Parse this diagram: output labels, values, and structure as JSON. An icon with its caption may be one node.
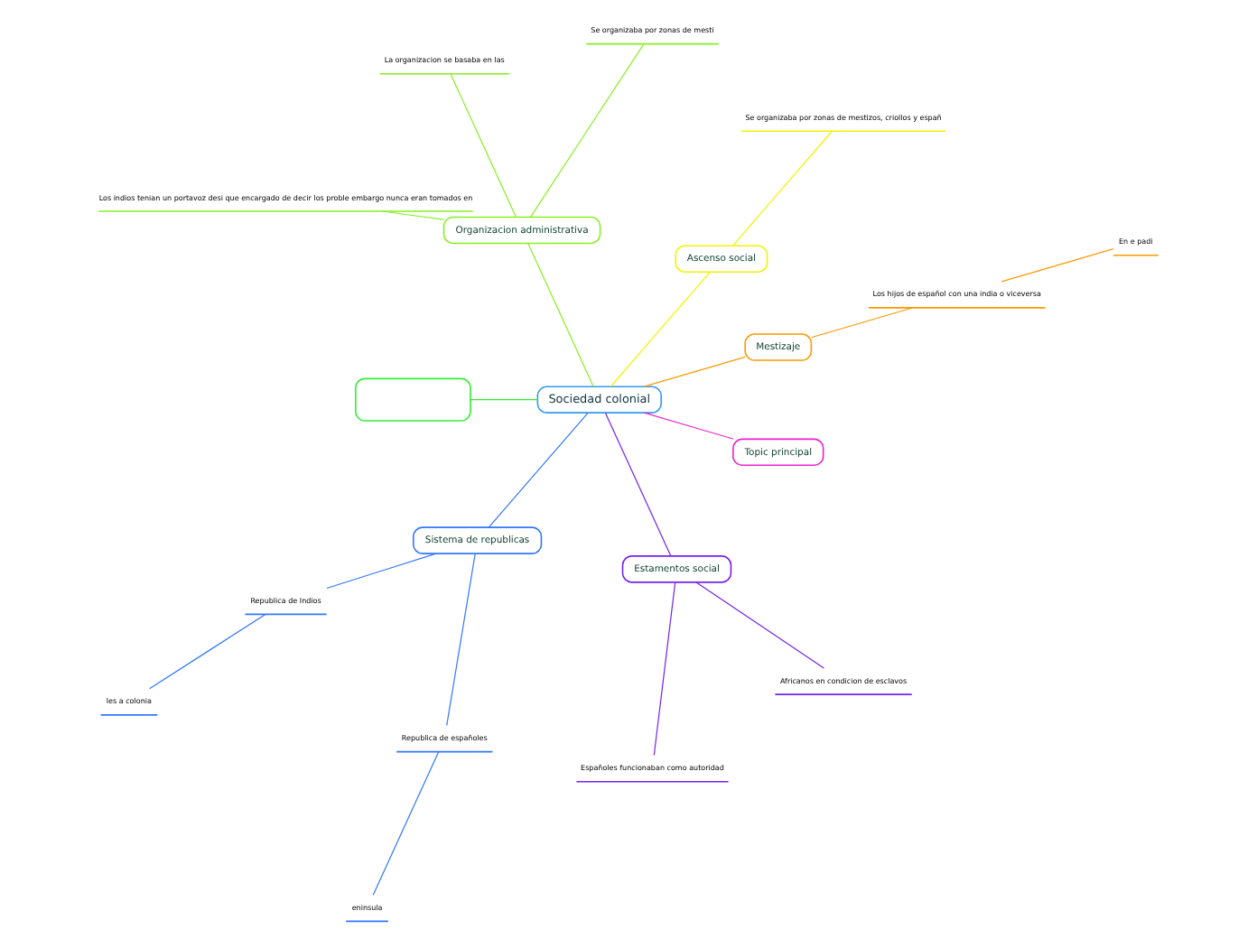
{
  "diagram": {
    "nodes": [
      {
        "text": [
          "Sociedad colonial"
        ]
      },
      {
        "text": [
          "Mestizaje"
        ]
      },
      {
        "text": [
          "Los hijos de español con una india o viceversa"
        ]
      },
      {
        "text": [
          "En e padi"
        ]
      },
      {
        "text": [
          "Ascenso social"
        ]
      },
      {
        "text": [
          "Se organizaba por zonas de mestizos, criollos y españ"
        ]
      },
      {
        "text": [
          "Organizacion administrativa"
        ]
      },
      {
        "text": [
          "Se organizaba por zonas de mesti"
        ]
      },
      {
        "text": [
          "La organizacion se basaba en las"
        ]
      },
      {
        "text": [
          "Los indios tenian un portavoz desi que encargado de decir los proble embargo nunca eran tomados en"
        ]
      },
      {
        "text": [],
        "shape": "box"
      },
      {
        "text": [
          "Sistema de republicas"
        ]
      },
      {
        "text": [
          "Republica de Indios"
        ]
      },
      {
        "text": [
          "les a colonia"
        ]
      },
      {
        "text": [
          "Republica de españoles"
        ]
      },
      {
        "text": [
          "eninsula"
        ]
      },
      {
        "text": [
          "Estamentos social"
        ]
      },
      {
        "text": [
          "Españoles funcionaban como autoridad"
        ]
      },
      {
        "text": [
          "Africanos en condicion de esclavos"
        ]
      },
      {
        "text": [
          "Topic principal"
        ]
      }
    ],
    "edges": [
      {
        "from": 0,
        "to": 1,
        "arrow": "none",
        "color": "#ff9900"
      },
      {
        "from": 1,
        "to": 2,
        "arrow": "none",
        "color": "#ff9900"
      },
      {
        "from": 2,
        "to": 3,
        "arrow": "none",
        "color": "#ff9900"
      },
      {
        "from": 0,
        "to": 4,
        "arrow": "none",
        "color": "#f2f200"
      },
      {
        "from": 4,
        "to": 5,
        "arrow": "none",
        "color": "#f2f200"
      },
      {
        "from": 0,
        "to": 6,
        "arrow": "none",
        "color": "#88ee22"
      },
      {
        "from": 6,
        "to": 7,
        "arrow": "none",
        "color": "#88ee22"
      },
      {
        "from": 6,
        "to": 8,
        "arrow": "none",
        "color": "#88ee22"
      },
      {
        "from": 6,
        "to": 9,
        "arrow": "none",
        "color": "#88ee22"
      },
      {
        "from": 0,
        "to": 10,
        "arrow": "none",
        "color": "#33ee33"
      },
      {
        "from": 0,
        "to": 11,
        "arrow": "none",
        "color": "#3377ff"
      },
      {
        "from": 11,
        "to": 12,
        "arrow": "none",
        "color": "#3377ff"
      },
      {
        "from": 12,
        "to": 13,
        "arrow": "none",
        "color": "#3377ff"
      },
      {
        "from": 11,
        "to": 14,
        "arrow": "none",
        "color": "#3377ff"
      },
      {
        "from": 14,
        "to": 15,
        "arrow": "none",
        "color": "#3377ff"
      },
      {
        "from": 0,
        "to": 16,
        "arrow": "none",
        "color": "#7722ee"
      },
      {
        "from": 16,
        "to": 17,
        "arrow": "none",
        "color": "#7722ee"
      },
      {
        "from": 16,
        "to": 18,
        "arrow": "none",
        "color": "#7722ee"
      },
      {
        "from": 0,
        "to": 19,
        "arrow": "none",
        "color": "#ee22cc"
      }
    ]
  }
}
